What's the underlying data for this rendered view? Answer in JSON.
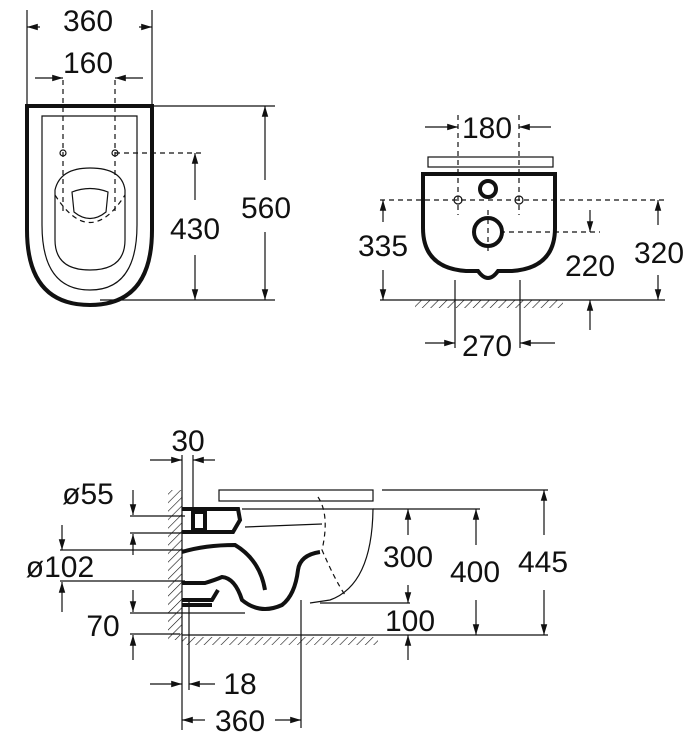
{
  "top_view": {
    "width_label": "360",
    "hole_spacing_label": "160",
    "hole_depth_label": "430",
    "length_label": "560"
  },
  "front_view": {
    "hole_spacing_label": "180",
    "hole_height_label": "335",
    "outlet_height_label": "220",
    "inlet_height_label": "320",
    "foot_width_label": "270"
  },
  "side_view": {
    "wall_gap_label": "30",
    "inlet_diameter_label": "ø55",
    "outlet_diameter_label": "ø102",
    "outlet_offset_label": "70",
    "bowl_height_label": "300",
    "rim_height_label": "400",
    "seat_height_label": "445",
    "base_offset_label": "100",
    "wall_offset_label": "18",
    "depth_label": "360"
  }
}
